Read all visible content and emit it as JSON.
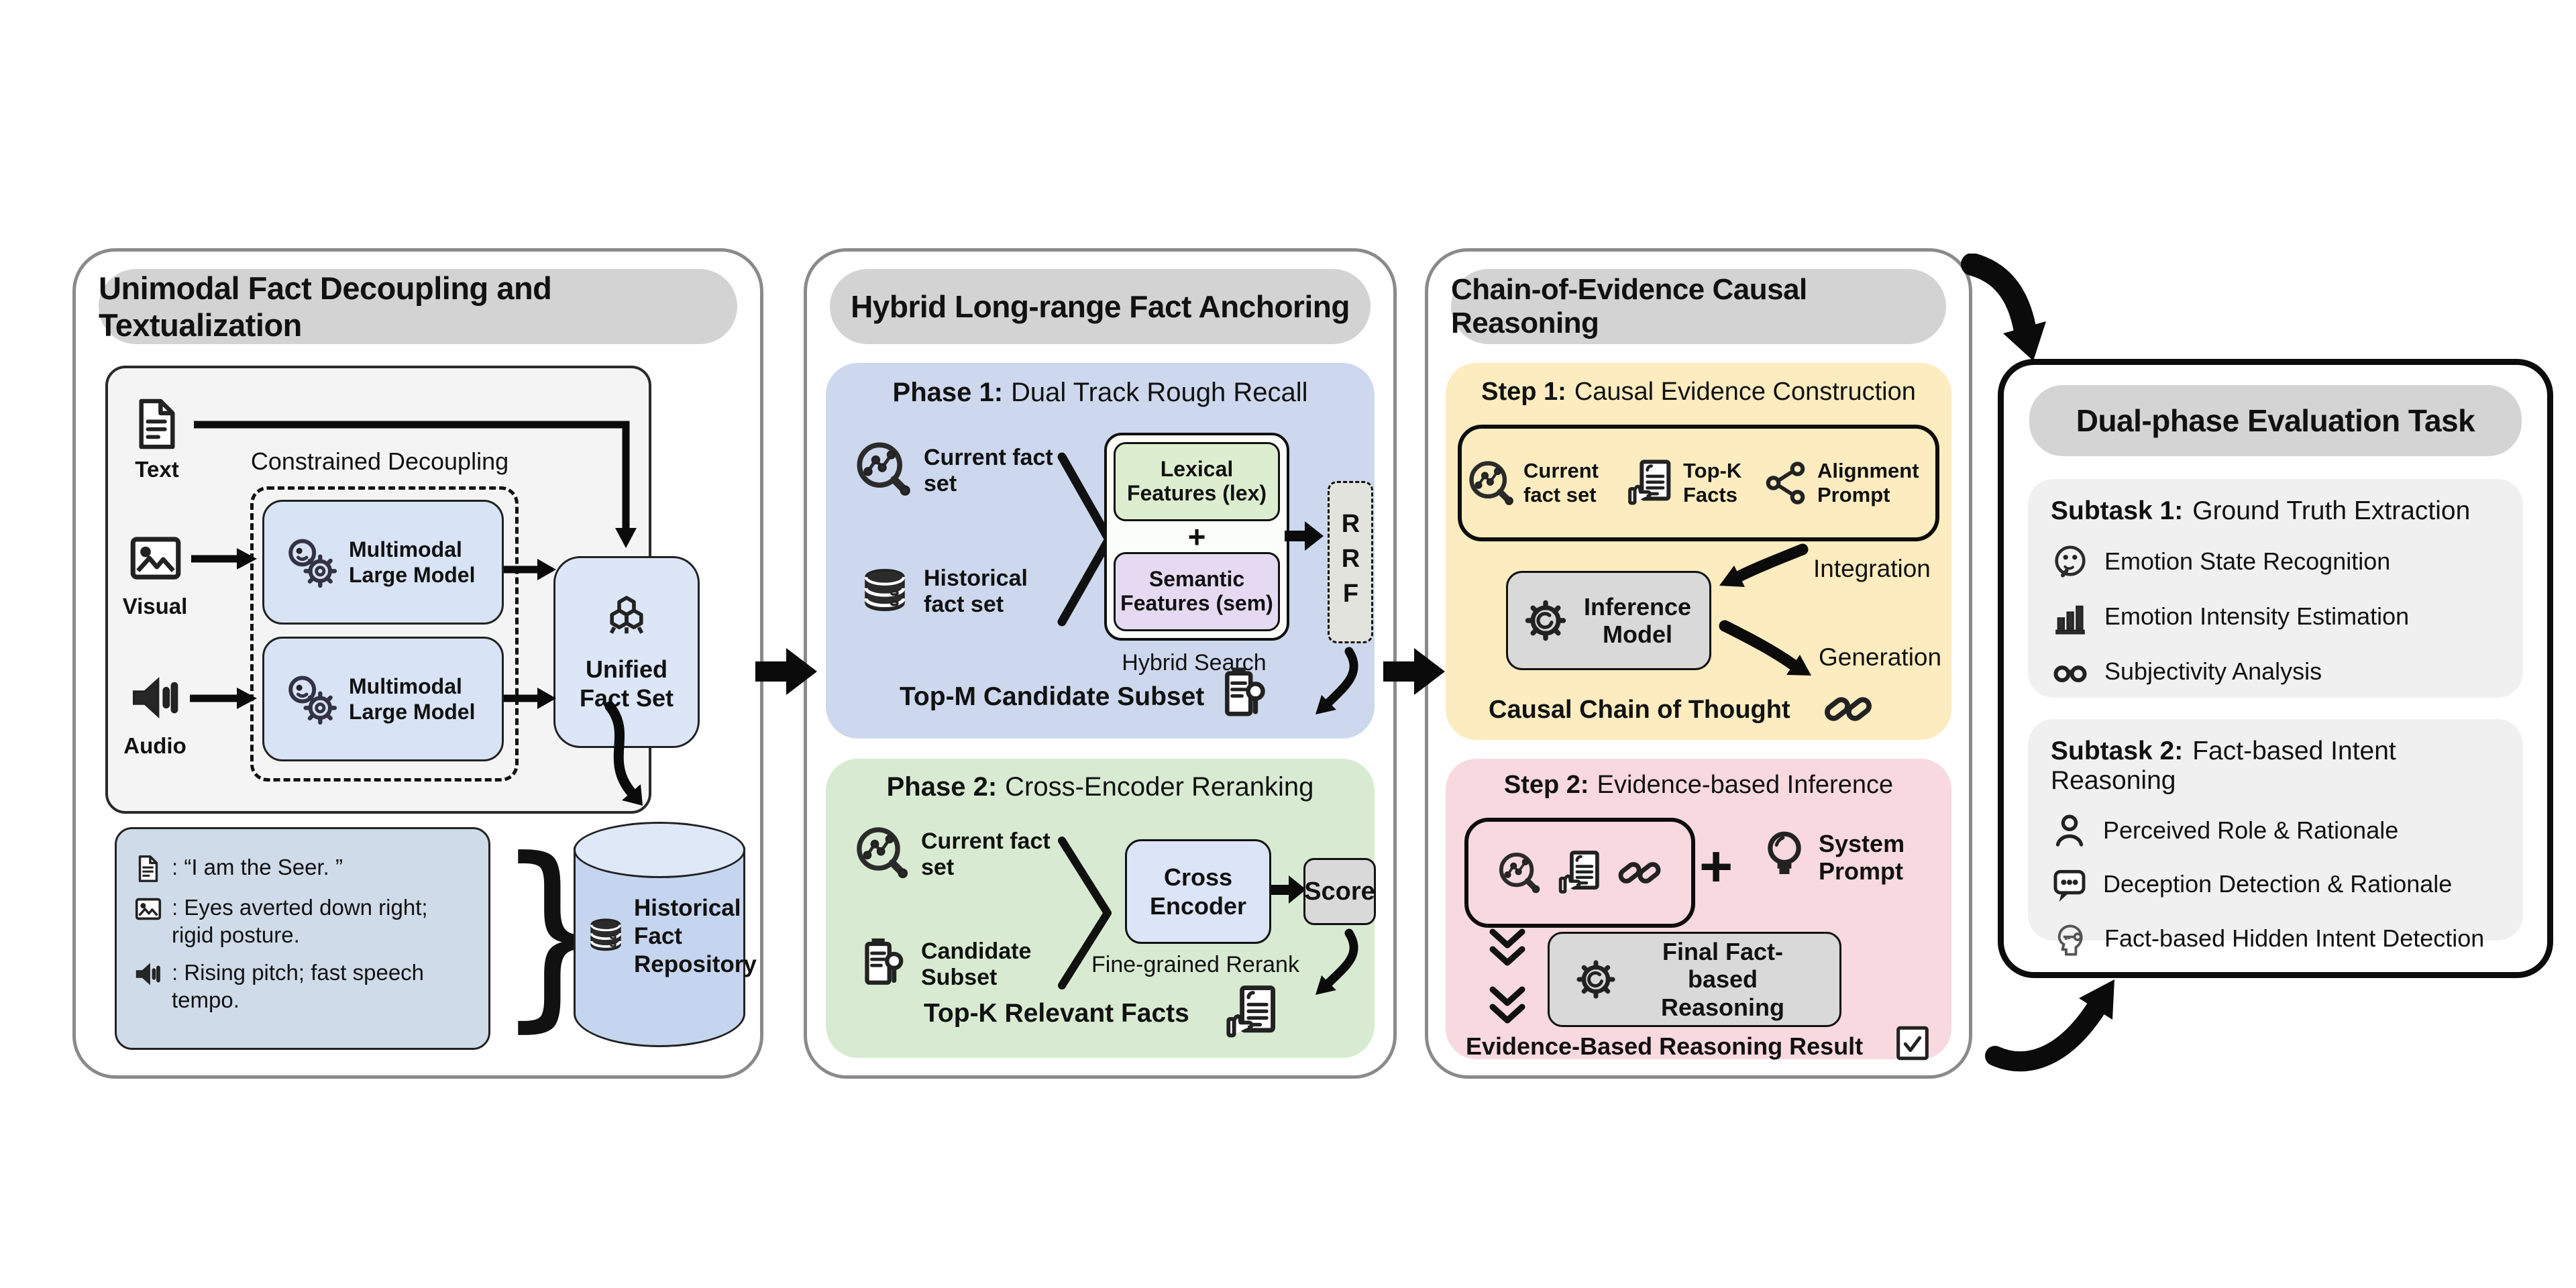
{
  "colors": {
    "header_gray": "#d3d3d3",
    "panel_border_gray": "#8a8a8a",
    "phase1_blue": "#cdd8ee",
    "phase2_green": "#d8ebd2",
    "step1_yellow": "#fcecbf",
    "step2_pink": "#f8d9df",
    "lexical_green": "#ddeed0",
    "semantic_purple": "#e6daf3",
    "model_blue": "#d8e3f5",
    "encoder_blue": "#dce4f8",
    "unified_blue": "#dce6f6",
    "repository_blue": "#c6d5ef",
    "card_blue": "#cfdbe9",
    "box_gray": "#d9d9d9",
    "subtask_gray": "#f0f0f0",
    "arrow_black": "#0b0b0b"
  },
  "icons": {
    "document-icon": "page with folded corner and text lines",
    "image-icon": "framed picture with mountain",
    "speaker-icon": "audio speaker with sound bars",
    "model-gear-face-icon": "face with gear (multimodal large model)",
    "molecule-icon": "fused hexagon rings (unified fact set)",
    "fact-scatter-icon": "magnifier over scatter points (current fact set)",
    "database-icon": "filled database cylinder stack",
    "doc-magnifier-icon": "report with magnifier (candidate subset)",
    "thumbs-doc-icon": "document with thumbs-up (top-k facts)",
    "share-icon": "three linked nodes (alignment prompt)",
    "chain-link-icon": "two interlocked chain links",
    "gear-icon": "gear with open ring",
    "bulb-icon": "light bulb (system prompt)",
    "checkbox-icon": "checked box",
    "thinking-face-icon": "thinking face (emotion state recognition)",
    "bar-chart-icon": "rising bars (emotion intensity estimation)",
    "glasses-icon": "reading glasses (subjectivity analysis)",
    "person-icon": "person bust (perceived role)",
    "chat-dots-icon": "speech bubble with dots (deception detection)",
    "head-key-icon": "head profile with key (hidden intent detection)"
  },
  "panels": {
    "decoupling": {
      "title": "Unimodal Fact Decoupling and Textualization",
      "modalities": {
        "text": "Text",
        "visual": "Visual",
        "audio": "Audio"
      },
      "constrained_label": "Constrained Decoupling",
      "mlm_label": "Multimodal Large Model",
      "unified_label": "Unified Fact Set",
      "examples": [
        ": “I am the Seer. ”",
        ": Eyes averted down right; rigid posture.",
        ": Rising pitch; fast speech tempo."
      ],
      "brace": "}",
      "repository": "Historical Fact Repository"
    },
    "anchoring": {
      "title": "Hybrid Long-range Fact Anchoring",
      "phase1": {
        "heading_bold": "Phase 1:",
        "heading": "Dual Track Rough Recall",
        "input1": "Current fact set",
        "input2": "Historical fact set",
        "lexical": "Lexical Features (lex)",
        "plus": "+",
        "semantic": "Semantic Features (sem)",
        "hybrid": "Hybrid Search",
        "rrf": "RRF",
        "output": "Top-M Candidate Subset"
      },
      "phase2": {
        "heading_bold": "Phase 2:",
        "heading": "Cross-Encoder Reranking",
        "input1": "Current fact set",
        "input2": "Candidate Subset",
        "encoder": "Cross Encoder",
        "note": "Fine-grained Rerank",
        "score": "Score",
        "output": "Top-K Relevant Facts"
      }
    },
    "reasoning": {
      "title": "Chain-of-Evidence Causal Reasoning",
      "step1": {
        "heading_bold": "Step 1:",
        "heading": "Causal Evidence Construction",
        "input1": "Current fact set",
        "input2": "Top-K Facts",
        "input3": "Alignment Prompt",
        "integration": "Integration",
        "model": "Inference Model",
        "generation": "Generation",
        "output": "Causal Chain of Thought"
      },
      "step2": {
        "heading_bold": "Step 2:",
        "heading": "Evidence-based Inference",
        "plus": "+",
        "system_prompt": "System Prompt",
        "model": "Final Fact-based Reasoning",
        "result": "Evidence-Based Reasoning Result"
      }
    },
    "evaluation": {
      "title": "Dual-phase Evaluation Task",
      "subtask1": {
        "heading_bold": "Subtask 1:",
        "heading": "Ground Truth Extraction",
        "items": [
          "Emotion State Recognition",
          "Emotion Intensity Estimation",
          "Subjectivity Analysis"
        ]
      },
      "subtask2": {
        "heading_bold": "Subtask 2:",
        "heading": "Fact-based Intent Reasoning",
        "items": [
          "Perceived Role & Rationale",
          "Deception Detection & Rationale",
          "Fact-based Hidden Intent Detection"
        ]
      }
    }
  }
}
